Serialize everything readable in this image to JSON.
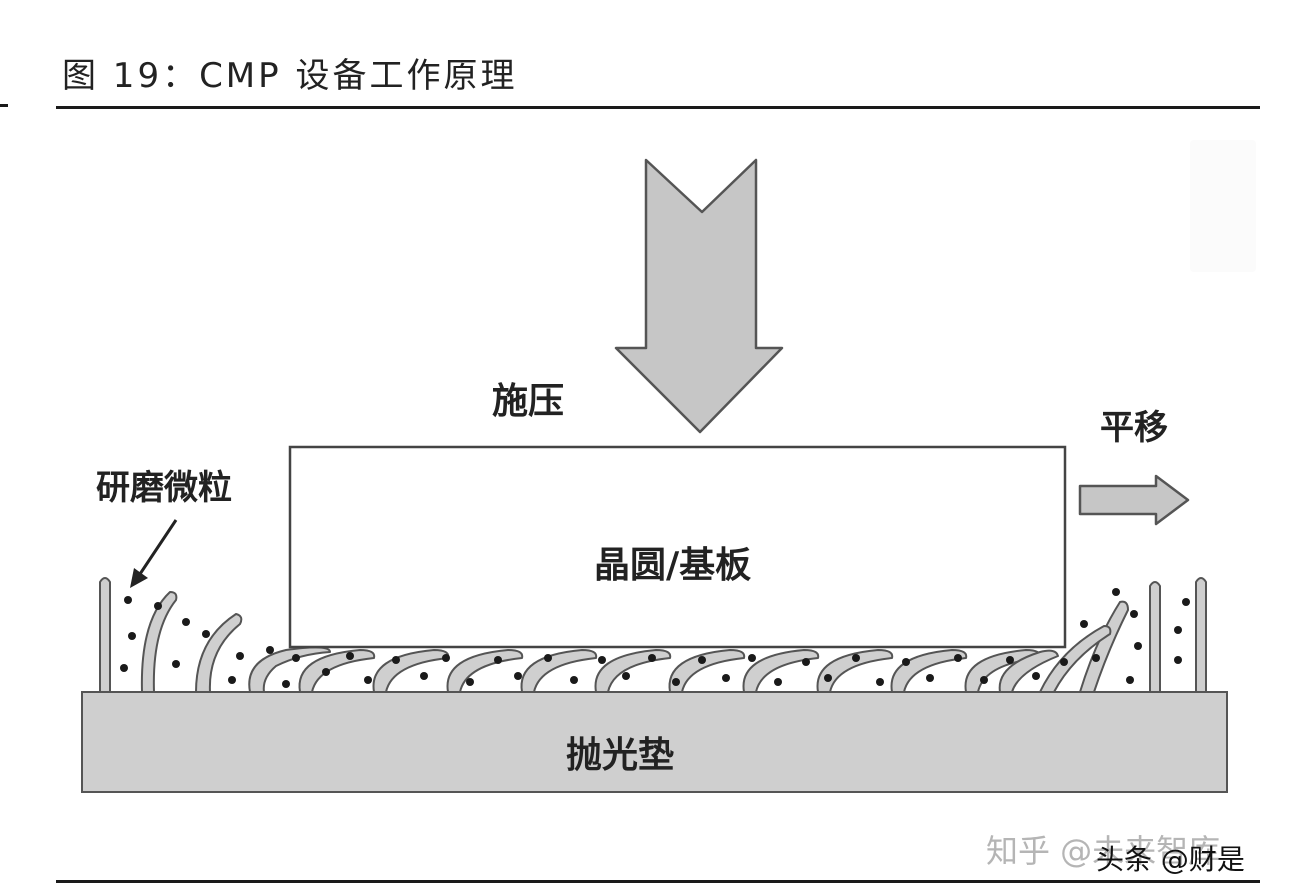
{
  "title": "图 19：CMP 设备工作原理",
  "labels": {
    "pressure": "施压",
    "shift": "平移",
    "particles": "研磨微粒",
    "wafer": "晶圆/基板",
    "pad": "抛光垫"
  },
  "watermarks": {
    "zhihu": "知乎 @未来智库",
    "toutiao": "头条 @财是"
  },
  "colors": {
    "arrow_fill": "#c6c6c6",
    "arrow_stroke": "#555555",
    "pad_fill": "#cfcfcf",
    "fiber_fill": "#cfcfcf",
    "particle": "#1a1a1a",
    "wafer_fill": "#ffffff"
  }
}
